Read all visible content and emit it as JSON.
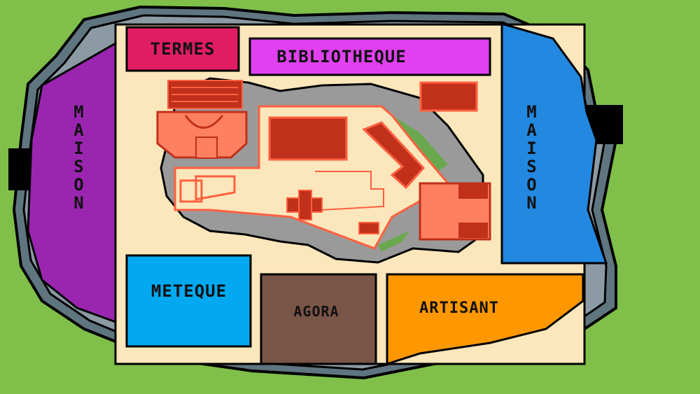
{
  "map": {
    "colors": {
      "grass": "#7fbf4a",
      "wall_outer": "#5f7580",
      "wall_inner": "#8c9aa4",
      "city_ground": "#fce6bb",
      "acropolis_rock": "#9a9a9a",
      "monuments": "#c0301a",
      "monument_outline": "#ff6040",
      "vegetation": "#6aa84f"
    },
    "gates": [
      {
        "name": "west-gate"
      },
      {
        "name": "east-gate"
      }
    ],
    "districts": [
      {
        "id": "termes",
        "label": "TERMES",
        "color": "#e01d63"
      },
      {
        "id": "bibliotheque",
        "label": "BIBLIOTHEQUE",
        "color": "#e040f0"
      },
      {
        "id": "maison_west",
        "label": "MAISON",
        "color": "#9a26b0"
      },
      {
        "id": "maison_east",
        "label": "MAISON",
        "color": "#2288e0"
      },
      {
        "id": "meteque",
        "label": "METEQUE",
        "color": "#03a9f0"
      },
      {
        "id": "agora",
        "label": "AGORA",
        "color": "#795548"
      },
      {
        "id": "artisant",
        "label": "ARTISANT",
        "color": "#ff9800"
      }
    ]
  }
}
